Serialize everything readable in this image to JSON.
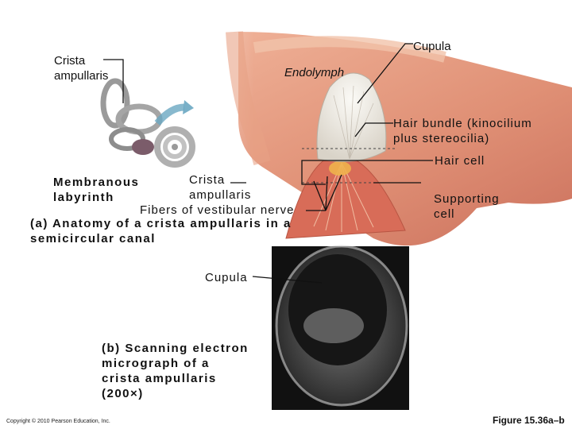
{
  "labels": {
    "crista_ampullaris_top": "Crista\nampullaris",
    "endolymph": "Endolymph",
    "cupula_top": "Cupula",
    "hair_bundle": "Hair bundle (kinocilium\nplus stereocilia)",
    "hair_cell": "Hair cell",
    "membranous_labyrinth": "Membranous\nlabyrinth",
    "crista_ampullaris_mid": "Crista\nampullaris",
    "fibers": "Fibers of vestibular nerve",
    "supporting_cell": "Supporting\ncell",
    "cupula_bottom": "Cupula"
  },
  "captions": {
    "a": "(a) Anatomy of a crista ampullaris in a\n      semicircular canal",
    "b": "(b) Scanning electron\n      micrograph of a\n      crista ampullaris\n      (200×)"
  },
  "footer": {
    "copyright": "Copyright © 2010 Pearson Education, Inc.",
    "figure": "Figure 15.36a–b"
  },
  "colors": {
    "tissue": "#d9826a",
    "tissue_light": "#eeb39b",
    "canal_wall": "#e9a184",
    "cupula": "#e8e4dc",
    "sem_bg": "#2a2a2a"
  }
}
